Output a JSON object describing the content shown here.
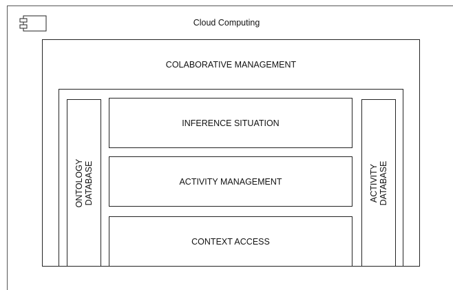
{
  "diagram": {
    "title": "Cloud Computing",
    "component_icon": "uml-component-icon",
    "colaborative_management": {
      "label": "COLABORATIVE MANAGEMENT"
    },
    "ontology_database": {
      "line1": "ONTOLOGY",
      "line2": "DATABASE"
    },
    "activity_database": {
      "line1": "ACTIVITY",
      "line2": "DATABASE"
    },
    "layers": [
      {
        "label": "INFERENCE SITUATION"
      },
      {
        "label": "ACTIVITY MANAGEMENT"
      },
      {
        "label": "CONTEXT ACCESS"
      }
    ]
  }
}
